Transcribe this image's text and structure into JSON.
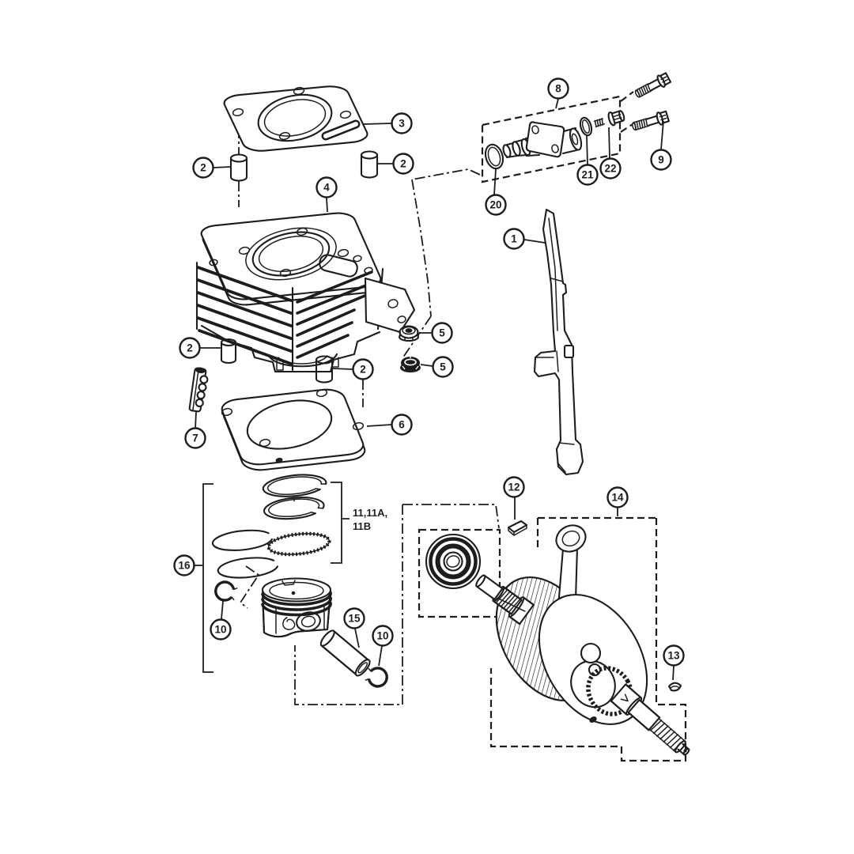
{
  "figure": {
    "type": "exploded-parts-diagram",
    "subject": "engine top-end and crankshaft exploded view",
    "background_color": "#ffffff",
    "line_color": "#1d1d1d"
  },
  "callouts": [
    {
      "label": "3"
    },
    {
      "label": "2"
    },
    {
      "label": "2"
    },
    {
      "label": "4"
    },
    {
      "label": "8"
    },
    {
      "label": "20"
    },
    {
      "label": "21"
    },
    {
      "label": "22"
    },
    {
      "label": "9"
    },
    {
      "label": "1"
    },
    {
      "label": "5"
    },
    {
      "label": "5"
    },
    {
      "label": "2"
    },
    {
      "label": "2"
    },
    {
      "label": "7"
    },
    {
      "label": "6"
    },
    {
      "label": "16"
    },
    {
      "label": "10"
    },
    {
      "label": "15"
    },
    {
      "label": "10"
    },
    {
      "label": "12"
    },
    {
      "label": "14"
    },
    {
      "label": "13"
    }
  ],
  "annotations": {
    "ring_label_line1": "11,11A,",
    "ring_label_line2": "11B"
  }
}
